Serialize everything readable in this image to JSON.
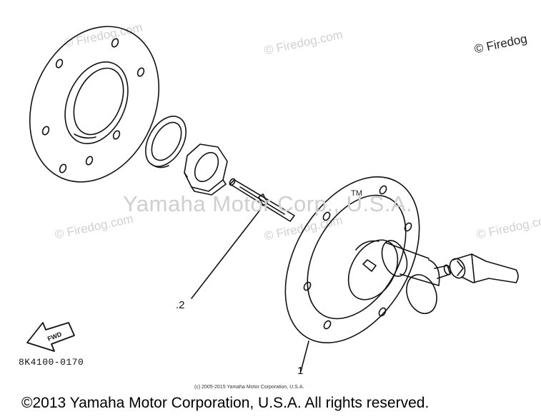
{
  "watermarks": {
    "firedog_top": "© Firedog.com",
    "firedog_top_right": "© Firedog.com",
    "firedog_corner": "© Firedog",
    "firedog_left_mid": "© Firedog.com",
    "firedog_center_mid": "© Firedog.com",
    "firedog_right_mid": "© Firedog.com",
    "yamaha_center": "Yamaha Motor Corp., U.S.A."
  },
  "callouts": {
    "part_2": ".2",
    "part_1": "1",
    "trademark": "TM"
  },
  "fwd_label": "FWD",
  "part_code": "8K4100-0170",
  "small_copyright": "(c) 2005-2015 Yamaha Motor Corporation, U.S.A.",
  "footer_copyright": "©2013 Yamaha Motor Corporation, U.S.A. All rights reserved.",
  "colors": {
    "ink": "#111111",
    "watermark": "#d0d0d0",
    "background": "#ffffff"
  }
}
